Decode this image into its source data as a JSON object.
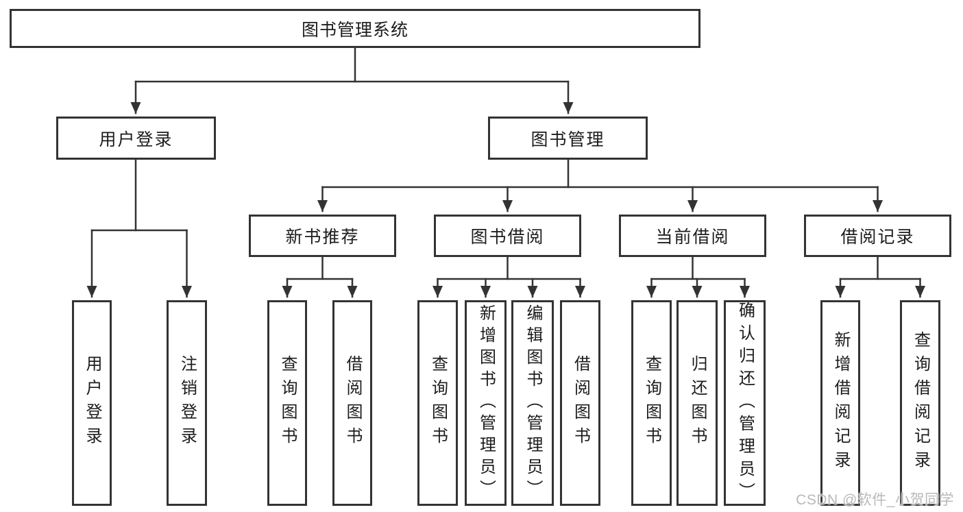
{
  "title": "图书管理系统",
  "watermark": "CSDN @软件_小贺同学",
  "colors": {
    "line": "#333333",
    "border": "#333333",
    "text": "#1c1c1c",
    "background": "#ffffff",
    "watermark": "#b9b9b9"
  },
  "nodes": {
    "root": {
      "label": "图书管理系统"
    },
    "level2": [
      {
        "label": "用户登录",
        "parent": "图书管理系统"
      },
      {
        "label": "图书管理",
        "parent": "图书管理系统"
      }
    ],
    "level3": [
      {
        "label": "新书推荐",
        "parent": "图书管理"
      },
      {
        "label": "图书借阅",
        "parent": "图书管理"
      },
      {
        "label": "当前借阅",
        "parent": "图书管理"
      },
      {
        "label": "借阅记录",
        "parent": "图书管理"
      }
    ],
    "leaves": [
      {
        "label": "用户登录",
        "parent": "用户登录"
      },
      {
        "label": "注销登录",
        "parent": "用户登录"
      },
      {
        "label": "查询图书",
        "parent": "新书推荐"
      },
      {
        "label": "借阅图书",
        "parent": "新书推荐"
      },
      {
        "label": "查询图书",
        "parent": "图书借阅"
      },
      {
        "label": "新增图书（管理员）",
        "parent": "图书借阅"
      },
      {
        "label": "编辑图书（管理员）",
        "parent": "图书借阅"
      },
      {
        "label": "借阅图书",
        "parent": "图书借阅"
      },
      {
        "label": "查询图书",
        "parent": "当前借阅"
      },
      {
        "label": "归还图书",
        "parent": "当前借阅"
      },
      {
        "label": "确认归还（管理员）",
        "parent": "当前借阅"
      },
      {
        "label": "新增借阅记录",
        "parent": "借阅记录"
      },
      {
        "label": "查询借阅记录",
        "parent": "借阅记录"
      }
    ]
  }
}
